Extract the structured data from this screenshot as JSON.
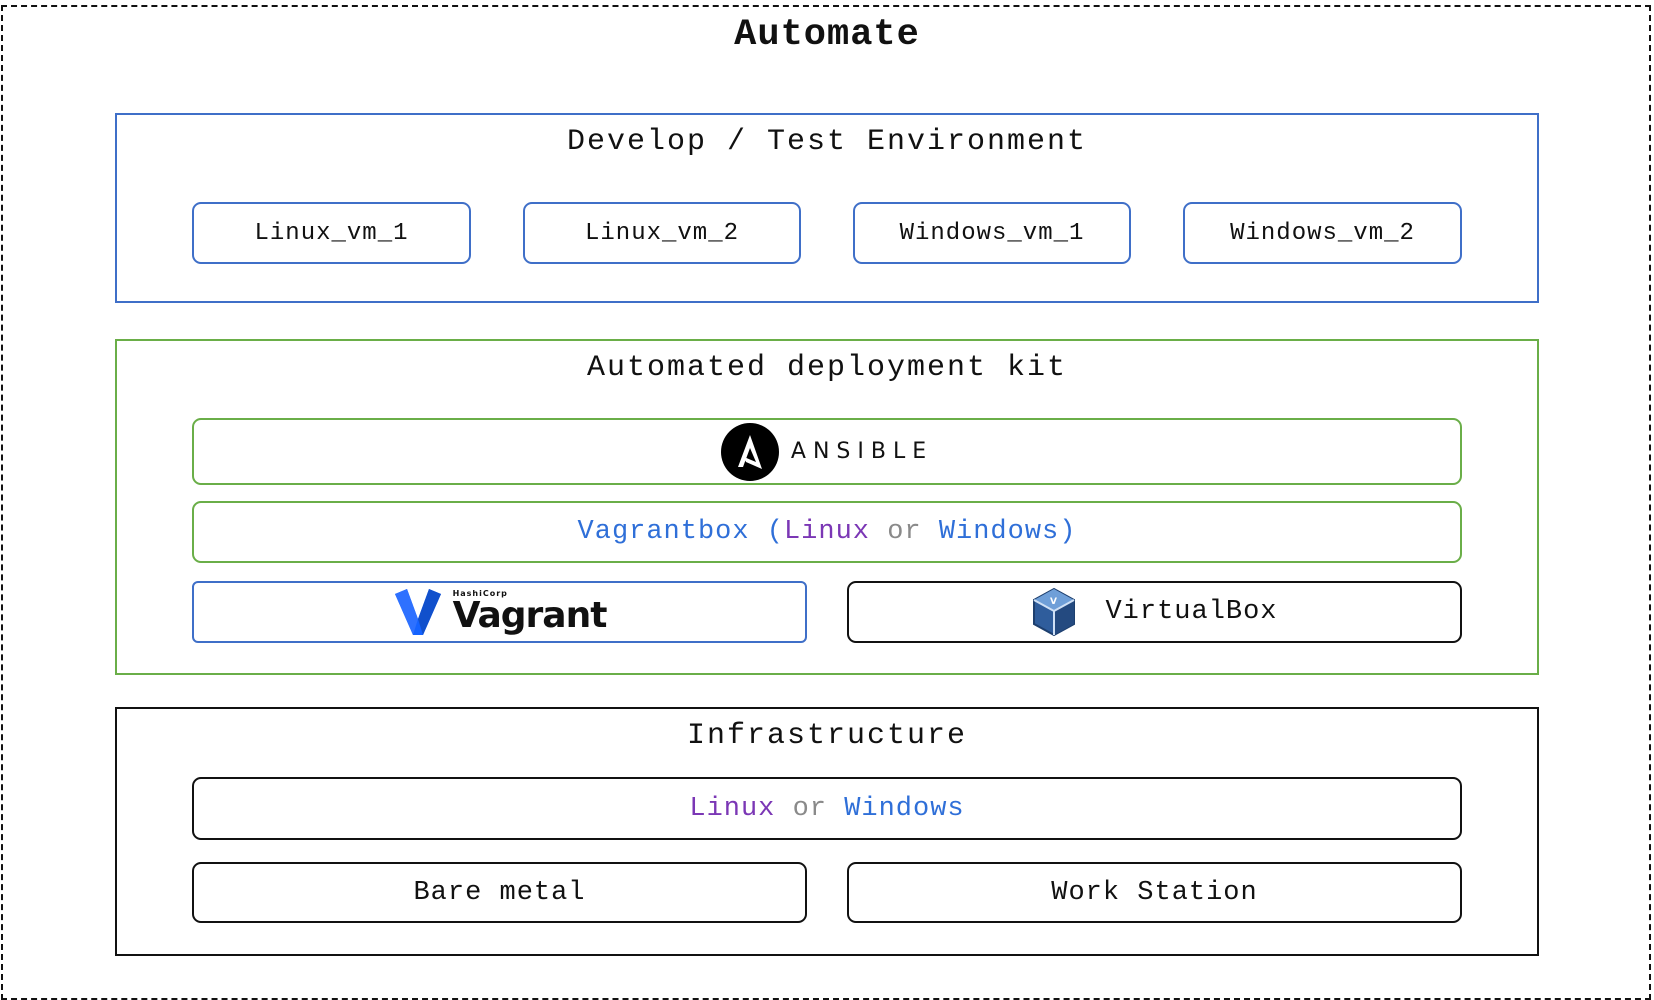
{
  "title": "Automate",
  "develop": {
    "title": "Develop / Test Environment",
    "vms": [
      "Linux_vm_1",
      "Linux_vm_2",
      "Windows_vm_1",
      "Windows_vm_2"
    ]
  },
  "kit": {
    "title": "Automated deployment kit",
    "ansible_logo_text": "ANSIBLE",
    "vagrantbox": {
      "label": "Vagrantbox",
      "open_paren": "(",
      "linux": "Linux",
      "or": "or",
      "windows": "Windows",
      "close_paren": ")"
    },
    "vagrant_logo": {
      "brand": "HashiCorp",
      "name": "Vagrant"
    },
    "virtualbox_label": "VirtualBox"
  },
  "infra": {
    "title": "Infrastructure",
    "os": {
      "linux": "Linux",
      "or": "or",
      "windows": "Windows"
    },
    "bare_metal": "Bare metal",
    "work_station": "Work Station"
  },
  "colors": {
    "blue_border": "#3f6fc8",
    "green_border": "#6aae48",
    "linux_text": "#7b37b5",
    "or_text": "#8a8a8a",
    "windows_text": "#2f6fd8"
  }
}
